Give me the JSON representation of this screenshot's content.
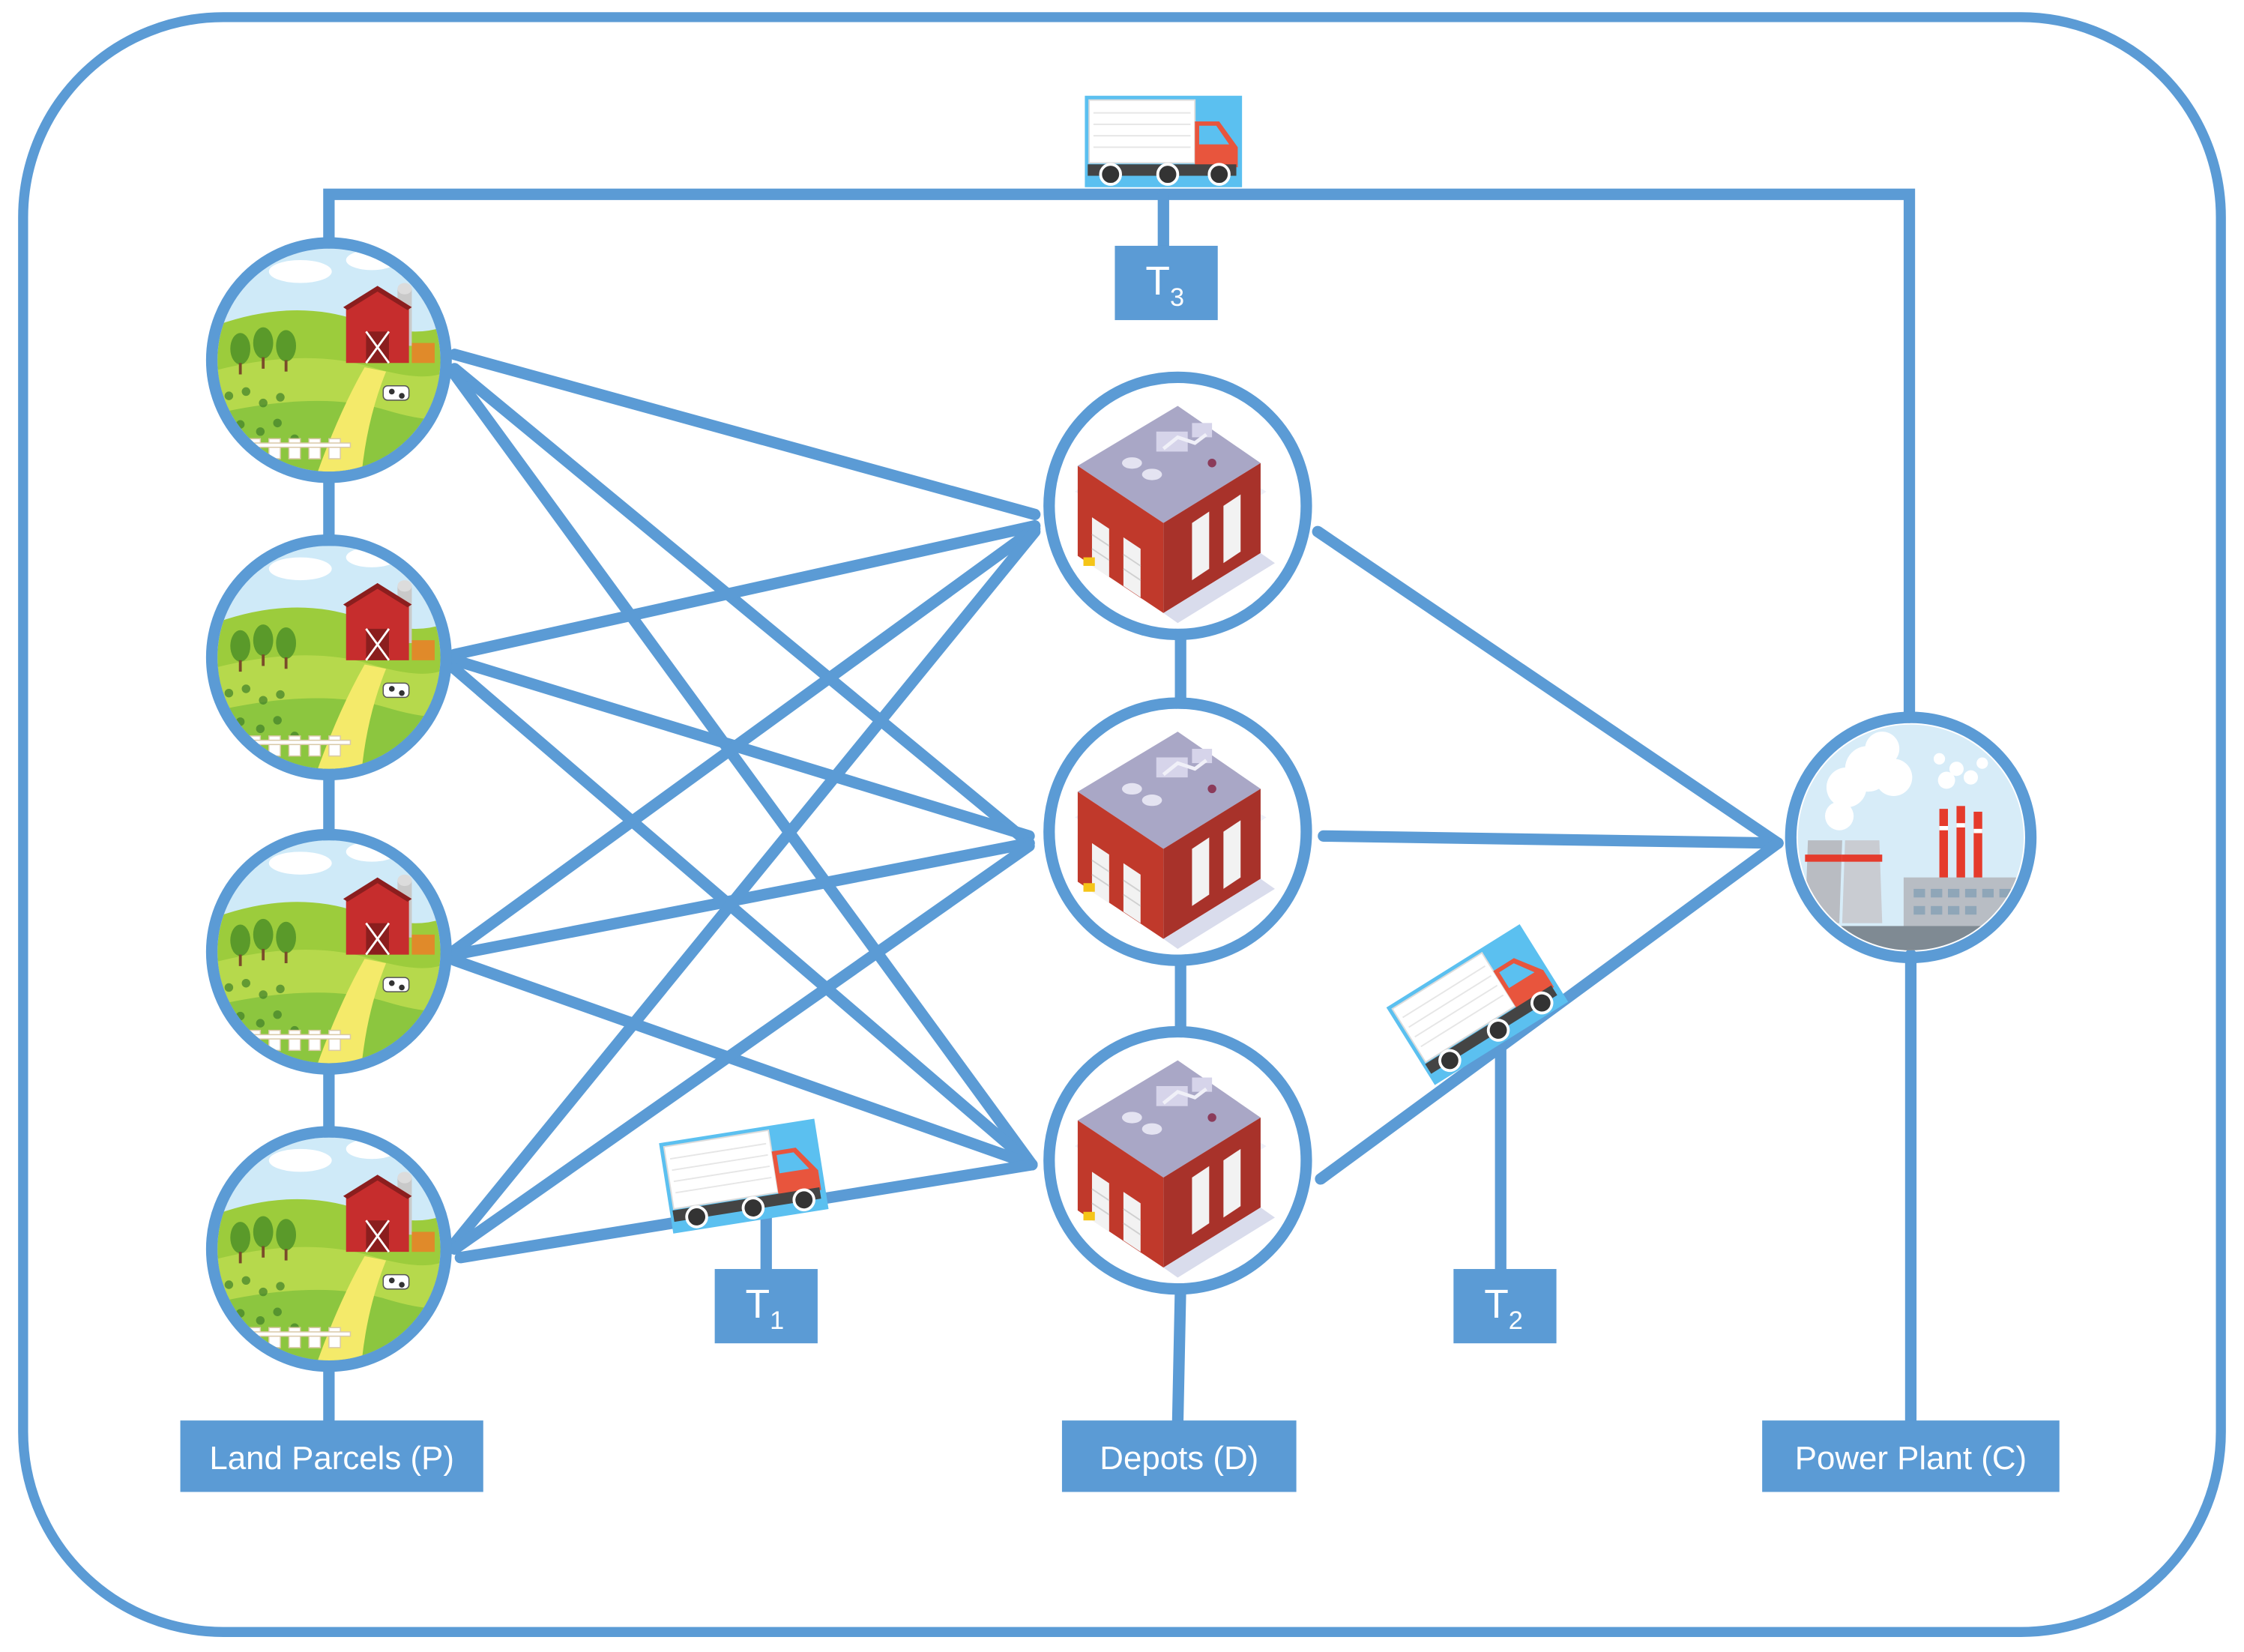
{
  "colors": {
    "line": "#5b9bd5",
    "label_box": "#5b9bd5",
    "label_text": "#ffffff",
    "sky": "#cfeaf8",
    "field_light": "#b6d94c",
    "field_dark": "#6aa832",
    "barn_red": "#c62d2d",
    "building_brick": "#c0392b",
    "building_roof": "#a9a7c6",
    "truck_cab": "#e8553d",
    "truck_window": "#5bc0f0",
    "factory_stack": "#e53b2c",
    "smoke": "#ffffff"
  },
  "labels": {
    "parcels": "Land Parcels (P)",
    "depots": "Depots (D)",
    "plant": "Power Plant (C)"
  },
  "transports": {
    "t1": {
      "base": "T",
      "sub": "1"
    },
    "t2": {
      "base": "T",
      "sub": "2"
    },
    "t3": {
      "base": "T",
      "sub": "3"
    }
  },
  "icons": {
    "parcel": "farm-icon",
    "depot": "warehouse-icon",
    "plant": "power-plant-icon",
    "truck": "truck-icon"
  },
  "diagram": {
    "nodes": {
      "parcels": [
        "P1",
        "P2",
        "P3",
        "P4"
      ],
      "depots": [
        "D1",
        "D2",
        "D3"
      ],
      "plant": [
        "C"
      ]
    },
    "edges": [
      [
        "P1",
        "D1"
      ],
      [
        "P1",
        "D2"
      ],
      [
        "P1",
        "D3"
      ],
      [
        "P2",
        "D1"
      ],
      [
        "P2",
        "D2"
      ],
      [
        "P2",
        "D3"
      ],
      [
        "P3",
        "D1"
      ],
      [
        "P3",
        "D2"
      ],
      [
        "P3",
        "D3"
      ],
      [
        "P4",
        "D1"
      ],
      [
        "P4",
        "D2"
      ],
      [
        "P4",
        "D3"
      ],
      [
        "D1",
        "C"
      ],
      [
        "D2",
        "C"
      ],
      [
        "D3",
        "C"
      ],
      [
        "P1",
        "C"
      ]
    ]
  }
}
